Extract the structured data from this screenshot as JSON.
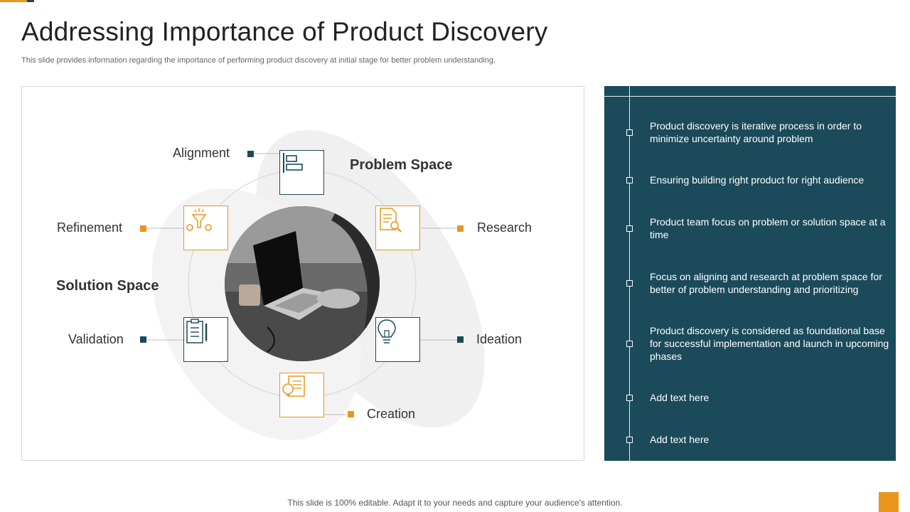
{
  "header": {
    "title": "Addressing Importance of Product Discovery",
    "subtitle": "This slide provides information regarding the importance of performing product discovery at initial stage for better problem understanding."
  },
  "diagram": {
    "problem_space": "Problem Space",
    "solution_space": "Solution Space",
    "stages": {
      "alignment": "Alignment",
      "research": "Research",
      "ideation": "Ideation",
      "creation": "Creation",
      "validation": "Validation",
      "refinement": "Refinement"
    }
  },
  "sidebar": {
    "items": [
      {
        "text": "Product discovery is iterative process in order to minimize uncertainty around problem"
      },
      {
        "text": "Ensuring building right product for right audience"
      },
      {
        "text": "Product team focus on problem or solution space at a time"
      },
      {
        "text": "Focus on aligning and research at problem space for better of problem understanding and prioritizing"
      },
      {
        "text": "Product discovery is considered as foundational base for successful implementation and launch in upcoming phases"
      },
      {
        "text": "Add text here"
      },
      {
        "text": "Add text here"
      }
    ]
  },
  "footer": {
    "note": "This slide is 100% editable. Adapt it to your needs and capture your audience's attention."
  },
  "colors": {
    "teal": "#1b4a5a",
    "orange": "#e8961e"
  }
}
